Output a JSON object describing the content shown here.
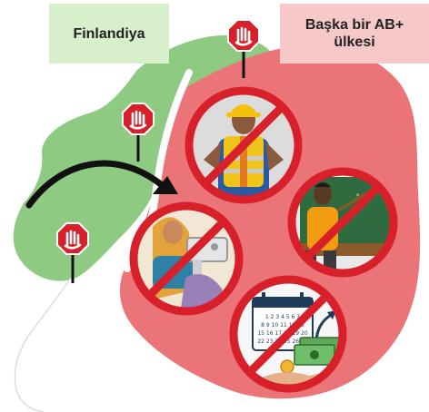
{
  "labels": {
    "finland": "Finlandiya",
    "other_eu_line1": "Başka bir AB+",
    "other_eu_line2": "ülkesi"
  },
  "colors": {
    "finland_region": "#8fca82",
    "other_eu_region": "#eb7478",
    "finland_label_bg": "#d8efcc",
    "other_eu_label_bg": "#f6c8c8",
    "prohibition_ring": "#d8202a",
    "stop_sign": "#d8202a",
    "arrow": "#111111"
  },
  "icons": [
    "stop-sign-icon",
    "curved-arrow-icon",
    "prohibition-sign-icon",
    "construction-worker-icon",
    "teacher-icon",
    "seamstress-icon",
    "calendar-icon",
    "money-icon"
  ]
}
